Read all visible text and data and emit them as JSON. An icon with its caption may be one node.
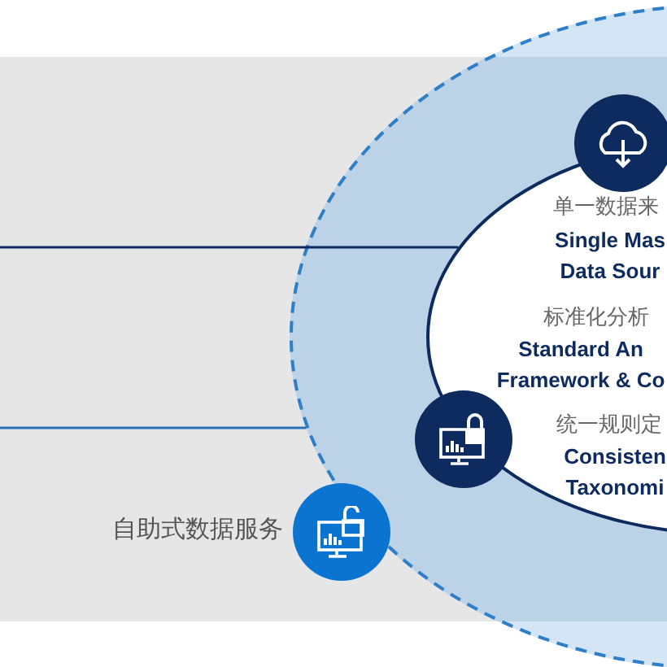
{
  "diagram": {
    "nodes": [
      {
        "text": [],
        "shape": "circle"
      },
      {
        "text": [
          "单一数据来",
          "Single Mas Data Sour",
          "标准化分析",
          "Standard An Framework & Co",
          "统一规则定",
          "Consisten Taxonomi"
        ],
        "in": 0
      },
      {
        "text": [],
        "shape": "circle",
        "in": 0
      },
      {
        "text": [],
        "shape": "circle",
        "in": 0
      },
      {
        "text": [],
        "shape": "circle",
        "beside": [
          "自助式数据服务"
        ]
      }
    ],
    "edges": [
      {
        "from": null,
        "to": 1,
        "arrow": "none",
        "color": "#0d2b5e"
      },
      {
        "from": null,
        "to": 0,
        "arrow": "none",
        "color": "#2a72b5"
      }
    ]
  }
}
